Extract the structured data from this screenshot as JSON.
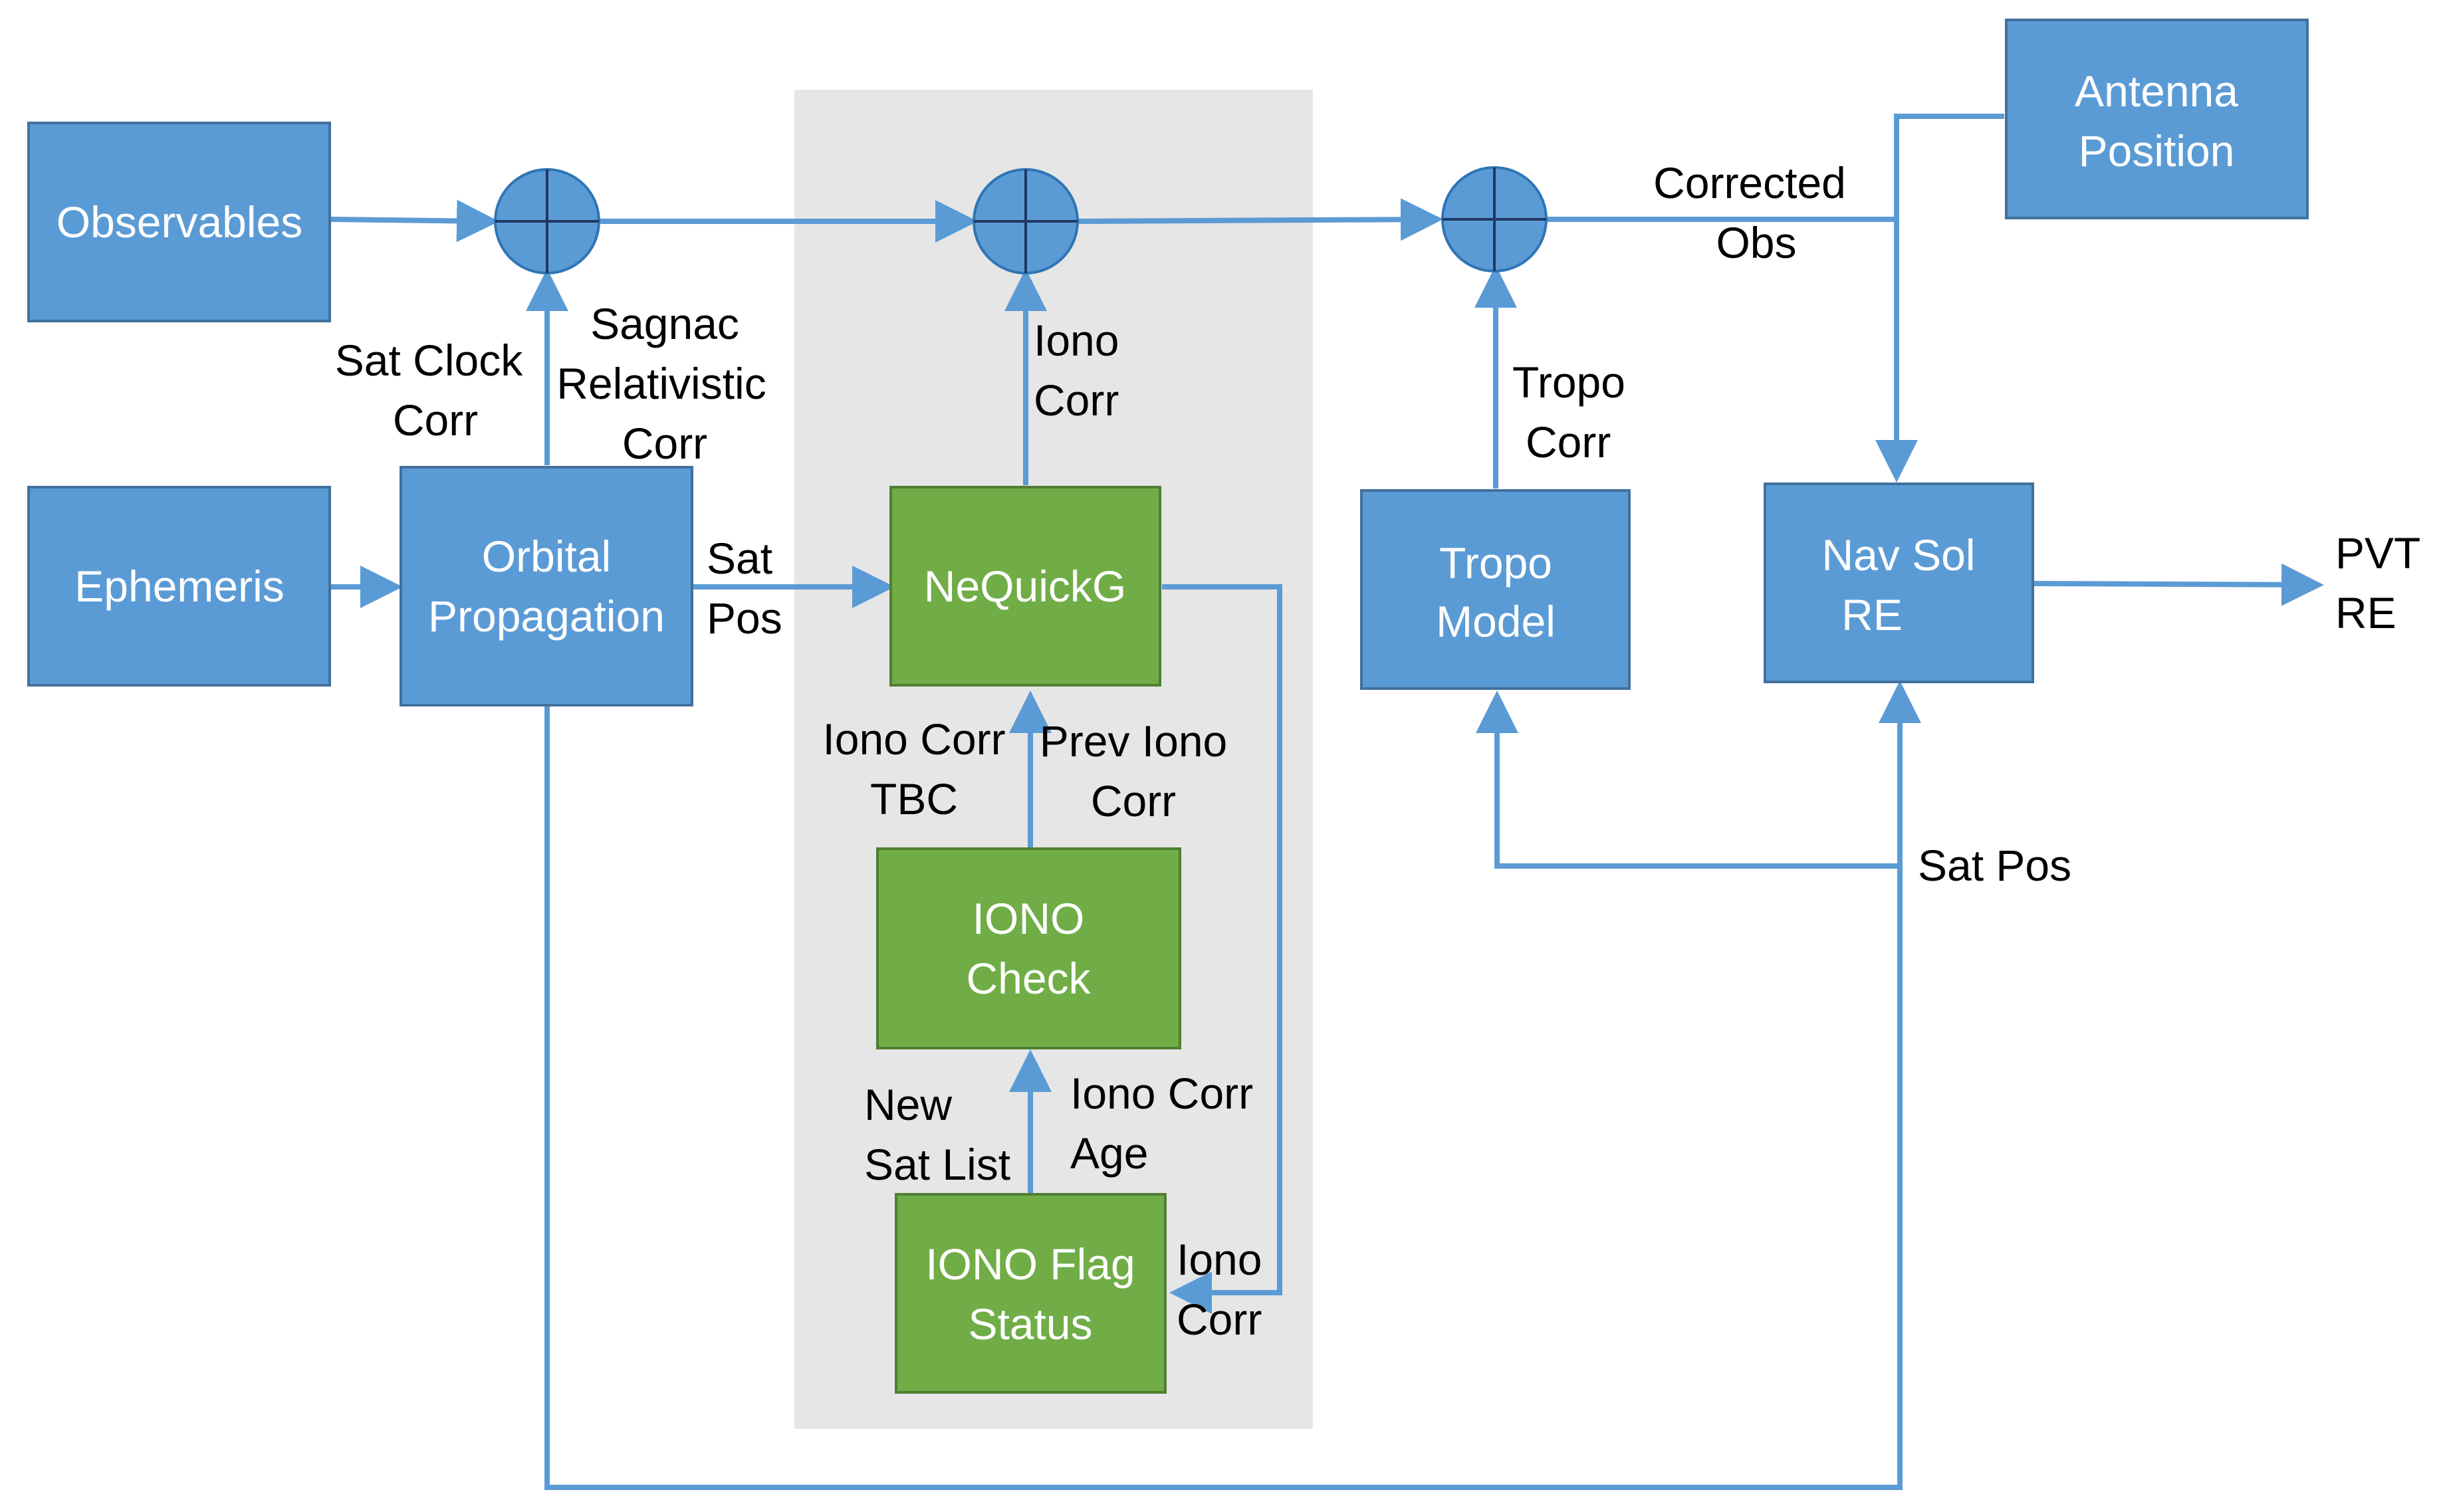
{
  "colors": {
    "blue_box": "#5b9bd5",
    "green_box": "#70ad47",
    "panel": "#e6e6e6",
    "arrow": "#5b9bd5"
  },
  "nodes": {
    "observables": {
      "lines": [
        "Observables"
      ]
    },
    "ephemeris": {
      "lines": [
        "Ephemeris"
      ]
    },
    "orbital": {
      "lines": [
        "Orbital",
        "Propagation"
      ]
    },
    "nequickg": {
      "lines": [
        "NeQuickG"
      ]
    },
    "iono_check": {
      "lines": [
        "IONO",
        "Check"
      ]
    },
    "iono_flag": {
      "lines": [
        "IONO Flag",
        "Status"
      ]
    },
    "tropo_model": {
      "lines": [
        "Tropo",
        "Model"
      ]
    },
    "nav_sol": {
      "lines": [
        "Nav Sol",
        "RE"
      ]
    },
    "antenna": {
      "lines": [
        "Antenna",
        "Position"
      ]
    }
  },
  "labels": {
    "sat_clock": {
      "lines": [
        "Sat Clock",
        "Corr"
      ]
    },
    "sagnac": {
      "lines": [
        "Sagnac",
        "Relativistic",
        "Corr"
      ]
    },
    "sat_pos_1": {
      "lines": [
        "Sat",
        "Pos"
      ]
    },
    "iono_corr_top": {
      "lines": [
        "Iono",
        "Corr"
      ]
    },
    "iono_corr_tbc": {
      "lines": [
        "Iono Corr",
        "TBC"
      ]
    },
    "prev_iono": {
      "lines": [
        "Prev Iono",
        "Corr"
      ]
    },
    "new_sat_list": {
      "lines": [
        "New",
        "Sat List"
      ]
    },
    "iono_corr_age": {
      "lines": [
        "Iono Corr",
        "Age"
      ]
    },
    "iono_corr_right": {
      "lines": [
        "Iono",
        "Corr"
      ]
    },
    "tropo_corr": {
      "lines": [
        "Tropo",
        "Corr"
      ]
    },
    "corrected_obs": {
      "lines": [
        "Corrected",
        "Obs"
      ]
    },
    "sat_pos_2": {
      "lines": [
        "Sat Pos"
      ]
    },
    "pvt": {
      "lines": [
        "PVT",
        "RE"
      ]
    }
  }
}
